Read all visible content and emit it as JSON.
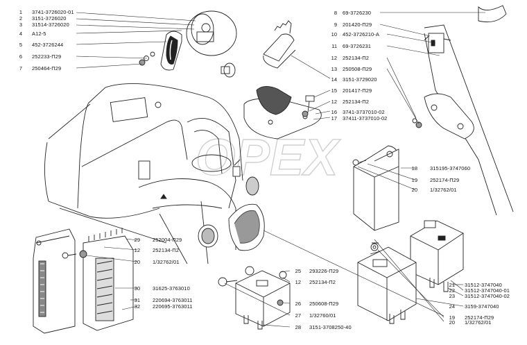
{
  "watermark": "OPEX",
  "callouts": [
    {
      "num": "1",
      "code": "3741-3726020-01"
    },
    {
      "num": "2",
      "code": "3151-3726020"
    },
    {
      "num": "3",
      "code": "31514-3726020"
    },
    {
      "num": "4",
      "code": "А12-5"
    },
    {
      "num": "5",
      "code": "452-3726244"
    },
    {
      "num": "6",
      "code": "252233-П29"
    },
    {
      "num": "7",
      "code": "250464-П29"
    },
    {
      "num": "8",
      "code": "69-3726230"
    },
    {
      "num": "9",
      "code": "201420-П29"
    },
    {
      "num": "10",
      "code": "452-3726210-А"
    },
    {
      "num": "11",
      "code": "69-3726231"
    },
    {
      "num": "12",
      "code": "252134-П2"
    },
    {
      "num": "13",
      "code": "250508-П29"
    },
    {
      "num": "14",
      "code": "3151-3729020"
    },
    {
      "num": "15",
      "code": "201417-П29"
    },
    {
      "num": "12",
      "code": "252134-П2"
    },
    {
      "num": "16",
      "code": "3741-3737010-02"
    },
    {
      "num": "17",
      "code": "37411-3737010-02"
    },
    {
      "num": "18",
      "code": "315195-3747060"
    },
    {
      "num": "19",
      "code": "252174-П29"
    },
    {
      "num": "20",
      "code": "1/32762/01"
    },
    {
      "num": "29",
      "code": "252004-П29"
    },
    {
      "num": "12",
      "code": "252134-П2"
    },
    {
      "num": "20",
      "code": "1/32762/01"
    },
    {
      "num": "30",
      "code": "31625-3763010"
    },
    {
      "num": "31",
      "code": "220694-3763011"
    },
    {
      "num": "32",
      "code": "220695-3763011"
    },
    {
      "num": "25",
      "code": "293226-П29"
    },
    {
      "num": "12",
      "code": "252134-П2"
    },
    {
      "num": "26",
      "code": "250608-П29"
    },
    {
      "num": "27",
      "code": "1/32760/01"
    },
    {
      "num": "28",
      "code": "3151-3708250-40"
    },
    {
      "num": "21",
      "code": "31512-3747040"
    },
    {
      "num": "22",
      "code": "31512-3747040-01"
    },
    {
      "num": "23",
      "code": "31512-3747040-02"
    },
    {
      "num": "24",
      "code": "3159-3747040"
    },
    {
      "num": "19",
      "code": "252174-П29"
    },
    {
      "num": "20",
      "code": "1/32762/01"
    }
  ]
}
